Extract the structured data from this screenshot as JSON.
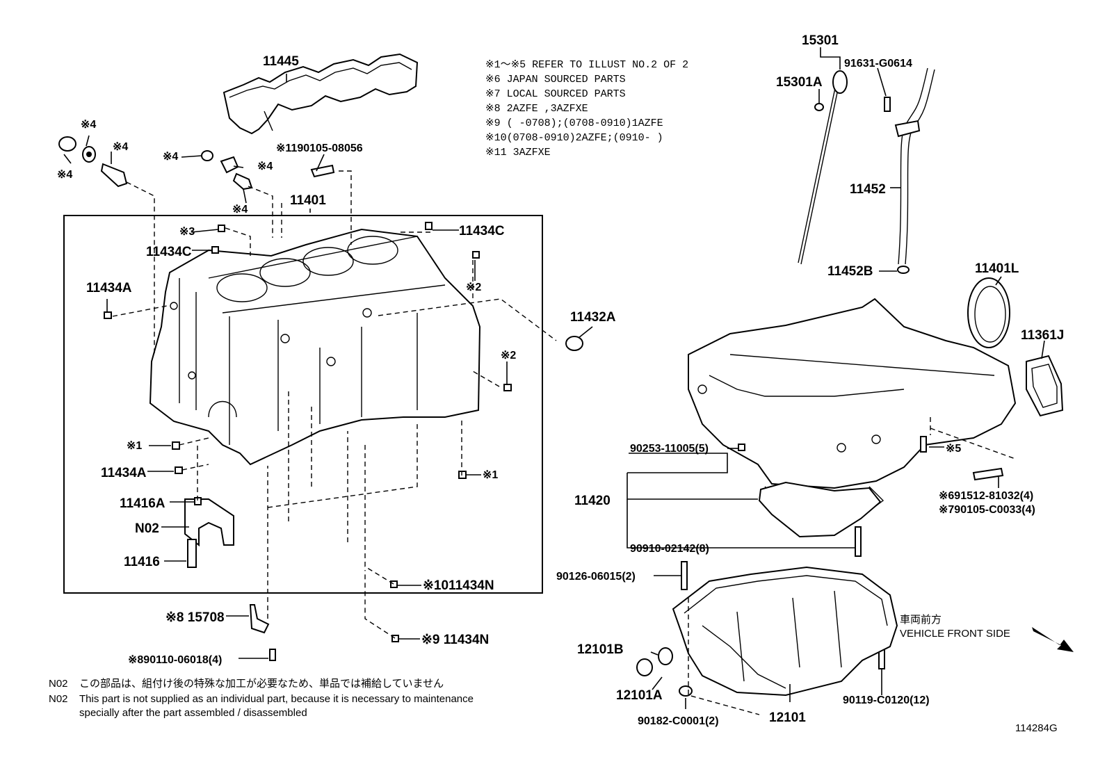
{
  "notes": [
    "※1～※5 REFER TO ILLUST NO.2 OF 2",
    "※6 JAPAN SOURCED PARTS",
    "※7 LOCAL SOURCED PARTS",
    "※8 2AZFE ,3AZFXE",
    "※9 (      -0708);(0708-0910)1AZFE",
    "※10(0708-0910)2AZFE;(0910-      )",
    "※11 3AZFXE"
  ],
  "labels": {
    "p11445": "11445",
    "p90105_08056": "※1190105-08056",
    "p11401": "11401",
    "p11434c_top": "11434C",
    "p11434c_left": "11434C",
    "p_r3": "※3",
    "p_r4_a": "※4",
    "p_r4_b": "※4",
    "p_r4_c": "※4",
    "p_r4_d": "※4",
    "p_r4_e": "※4",
    "p_r4_f": "※4",
    "p11434a_top": "11434A",
    "p_r2_a": "※2",
    "p11432a": "11432A",
    "p_r2_b": "※2",
    "p_r1_a": "※1",
    "p11434a_bot": "11434A",
    "p_r1_b": "※1",
    "p11416a": "11416A",
    "n02": "N02",
    "p11416": "11416",
    "p11434n_a": "※1011434N",
    "p11434n_b": "※9 11434N",
    "p15708": "※8 15708",
    "p90110": "※890110-06018(4)",
    "p15301": "15301",
    "p15301a": "15301A",
    "p91631": "91631-G0614",
    "p11452": "11452",
    "p11452b": "11452B",
    "p11401l": "11401L",
    "p11361j": "11361J",
    "p_r5": "※5",
    "p90253": "90253-11005(5)",
    "p11420": "11420",
    "p91512": "※691512-81032(4)",
    "p90105_c0033": "※790105-C0033(4)",
    "p90910": "90910-02142(8)",
    "p90126": "90126-06015(2)",
    "p12101b": "12101B",
    "p12101a": "12101A",
    "p90182": "90182-C0001(2)",
    "p12101": "12101",
    "p90119": "90119-C0120(12)",
    "front_jp": "車両前方",
    "front_en": "VEHICLE FRONT SIDE"
  },
  "footer": {
    "jp_code": "N02",
    "jp_text": "この部品は、組付け後の特殊な加工が必要なため、単品では補給していません",
    "en_code": "N02",
    "en_line1": "This part is not supplied as an individual part, because it is necessary to maintenance",
    "en_line2": "specially after the part assembled / disassembled",
    "illust_no": "114284G"
  }
}
